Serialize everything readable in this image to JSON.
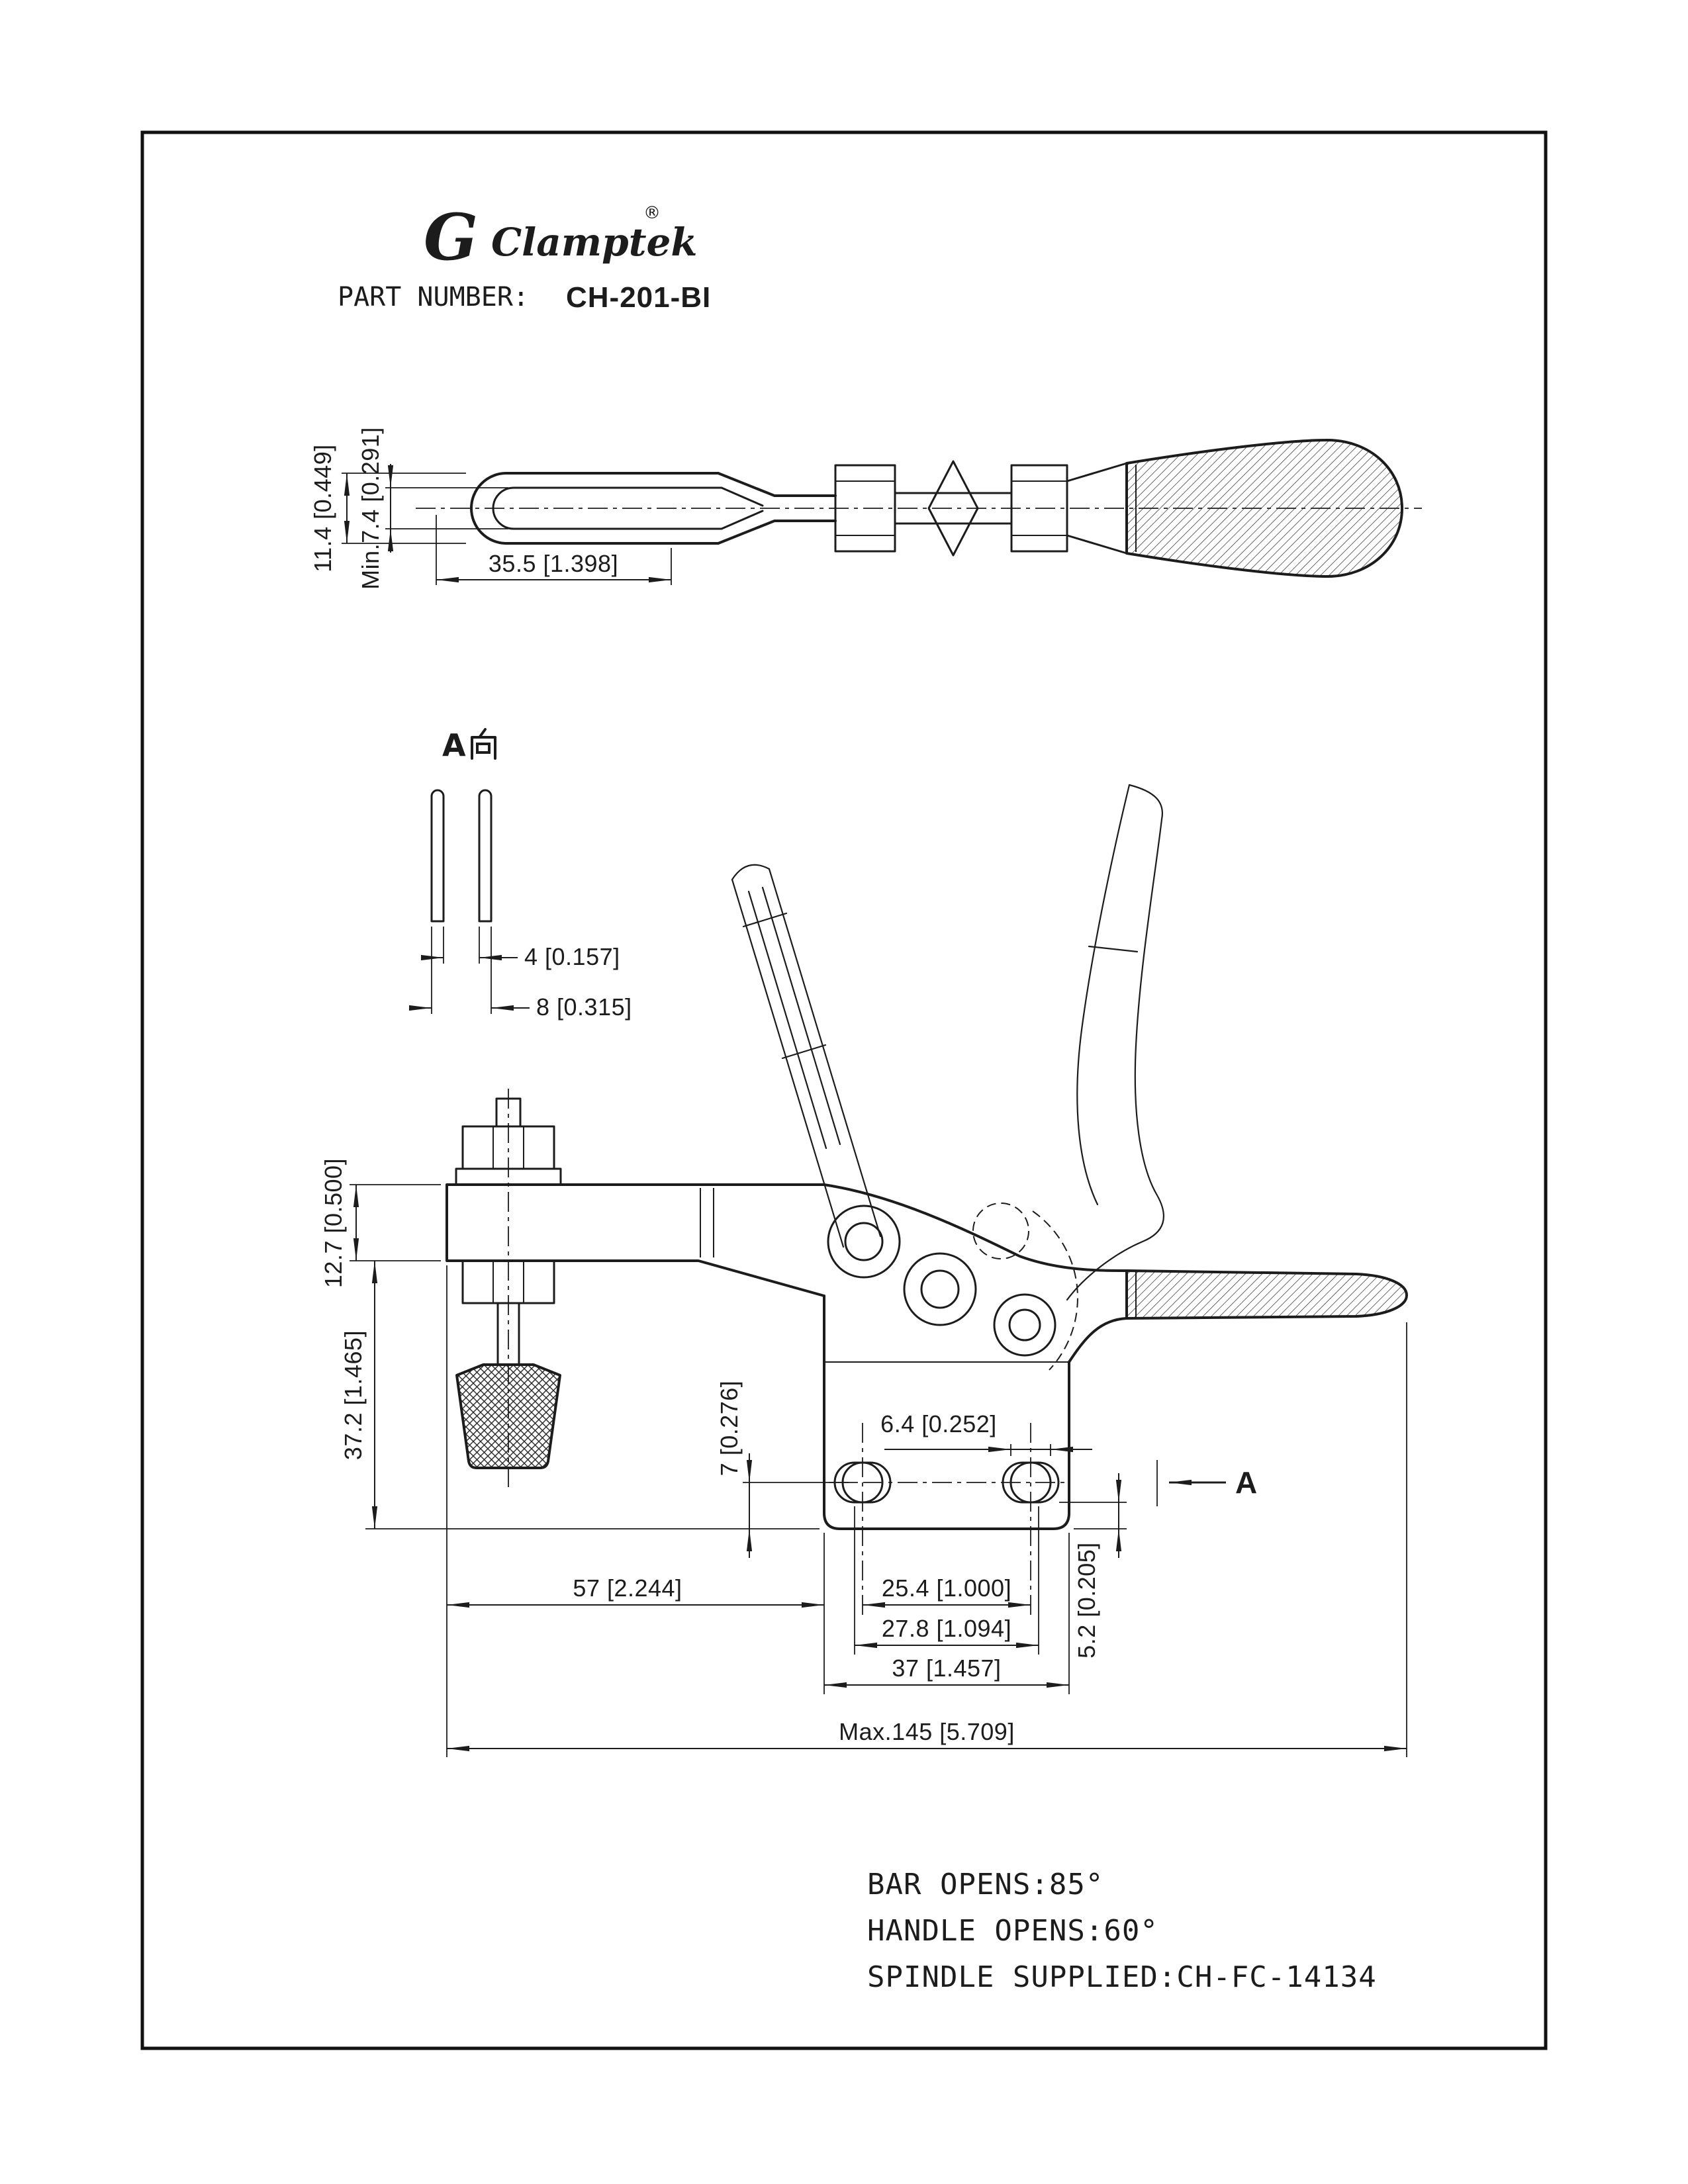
{
  "header": {
    "logo_letter": "G",
    "brand": "Clamptek",
    "registered": "®",
    "part_number_label": "PART NUMBER:",
    "part_number": "CH-201-BI"
  },
  "top_view": {
    "dim_outer_height": "11.4 [0.449]",
    "dim_inner_height": "Min.7.4 [0.291]",
    "dim_slot_length": "35.5 [1.398]"
  },
  "a_view": {
    "label": "A向",
    "label_letter": "A",
    "dim_gap": "4 [0.157]",
    "dim_width": "8 [0.315]"
  },
  "side_view": {
    "dim_bar_height": "12.7 [0.500]",
    "dim_overall_height": "37.2 [1.465]",
    "dim_hole_to_bottom": "7 [0.276]",
    "dim_hole_dia": "6.4 [0.252]",
    "dim_bar_end_to_base": "57 [2.244]",
    "dim_hole_spacing": "25.4 [1.000]",
    "dim_slot_spacing": "27.8 [1.094]",
    "dim_base_width": "37 [1.457]",
    "dim_edge_offset": "5.2 [0.205]",
    "dim_max_length": "Max.145 [5.709]",
    "view_arrow_label": "A"
  },
  "notes": {
    "bar_opens": "BAR OPENS:85°",
    "handle_opens": "HANDLE OPENS:60°",
    "spindle_supplied": "SPINDLE SUPPLIED:CH-FC-14134"
  },
  "colors": {
    "ink": "#1c1c1c",
    "paper": "#ffffff"
  }
}
